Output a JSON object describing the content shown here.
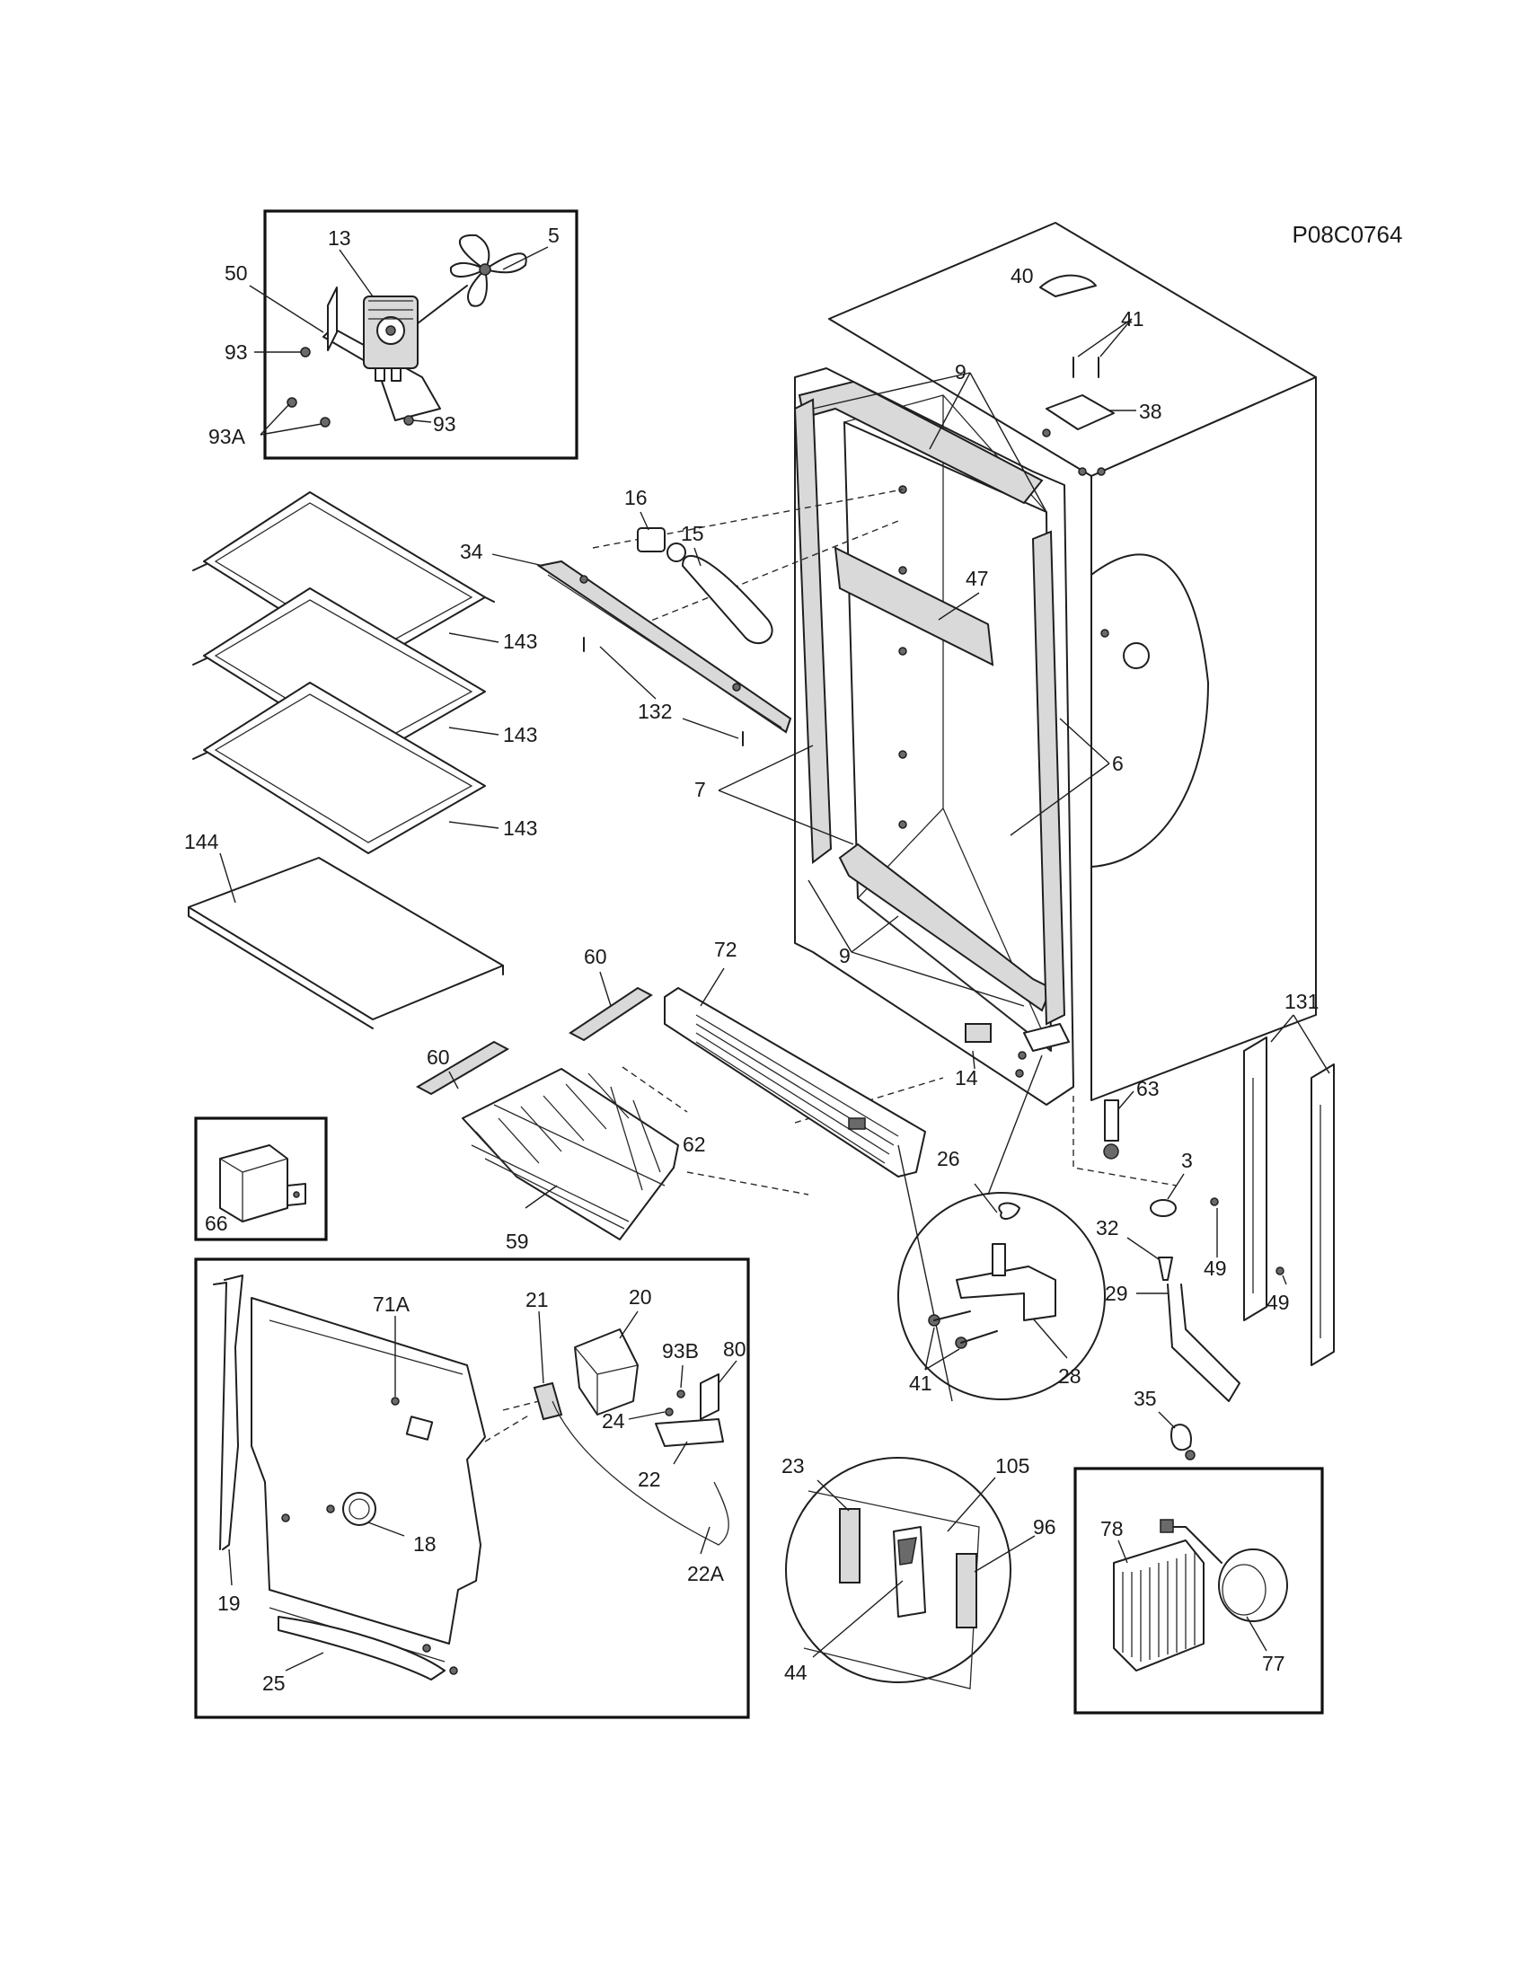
{
  "diagram_id": "P08C0764",
  "parts": {
    "p3": "3",
    "p5": "5",
    "p6": "6",
    "p7": "7",
    "p9a": "9",
    "p9b": "9",
    "p13": "13",
    "p14": "14",
    "p15": "15",
    "p16": "16",
    "p18": "18",
    "p19": "19",
    "p20": "20",
    "p21": "21",
    "p22": "22",
    "p22a": "22A",
    "p23": "23",
    "p24": "24",
    "p25": "25",
    "p26": "26",
    "p28": "28",
    "p29": "29",
    "p32": "32",
    "p34": "34",
    "p35": "35",
    "p38": "38",
    "p40": "40",
    "p41a": "41",
    "p41b": "41",
    "p44": "44",
    "p47": "47",
    "p49a": "49",
    "p49b": "49",
    "p50": "50",
    "p59": "59",
    "p60a": "60",
    "p60b": "60",
    "p62": "62",
    "p63": "63",
    "p66": "66",
    "p71a": "71A",
    "p72": "72",
    "p77": "77",
    "p78": "78",
    "p80": "80",
    "p93a": "93",
    "p93b": "93",
    "p93A": "93A",
    "p93B": "93B",
    "p96": "96",
    "p105": "105",
    "p131": "131",
    "p132": "132",
    "p143a": "143",
    "p143b": "143",
    "p143c": "143",
    "p144": "144"
  }
}
